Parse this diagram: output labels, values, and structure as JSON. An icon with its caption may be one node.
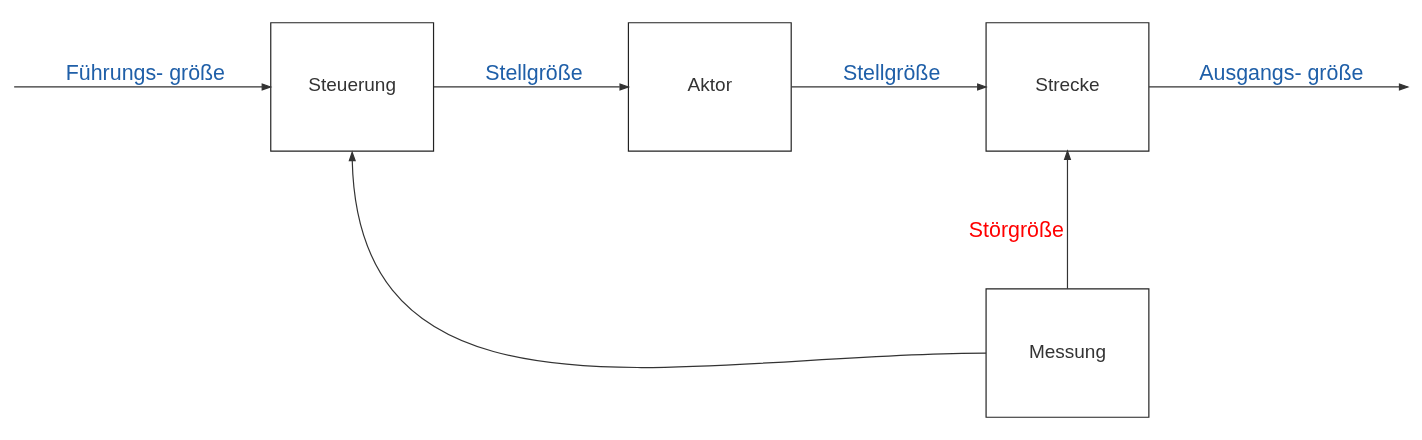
{
  "diagram": {
    "nodes": [
      {
        "text": [
          "Steuerung"
        ]
      },
      {
        "text": [
          "Aktor"
        ]
      },
      {
        "text": [
          "Strecke"
        ]
      },
      {
        "text": [
          "Messung"
        ]
      }
    ],
    "edges": [
      {
        "from": null,
        "to": 0,
        "arrow": "to",
        "label": "Führungs- größe"
      },
      {
        "from": 0,
        "to": 1,
        "arrow": "to",
        "label": "Stellgröße"
      },
      {
        "from": 1,
        "to": 2,
        "arrow": "to",
        "label": "Stellgröße"
      },
      {
        "from": 2,
        "to": null,
        "arrow": "to",
        "label": "Ausgangs- größe"
      },
      {
        "from": 3,
        "to": 2,
        "arrow": "to",
        "label": "Störgröße"
      },
      {
        "from": 3,
        "to": 0,
        "arrow": "to"
      }
    ]
  }
}
